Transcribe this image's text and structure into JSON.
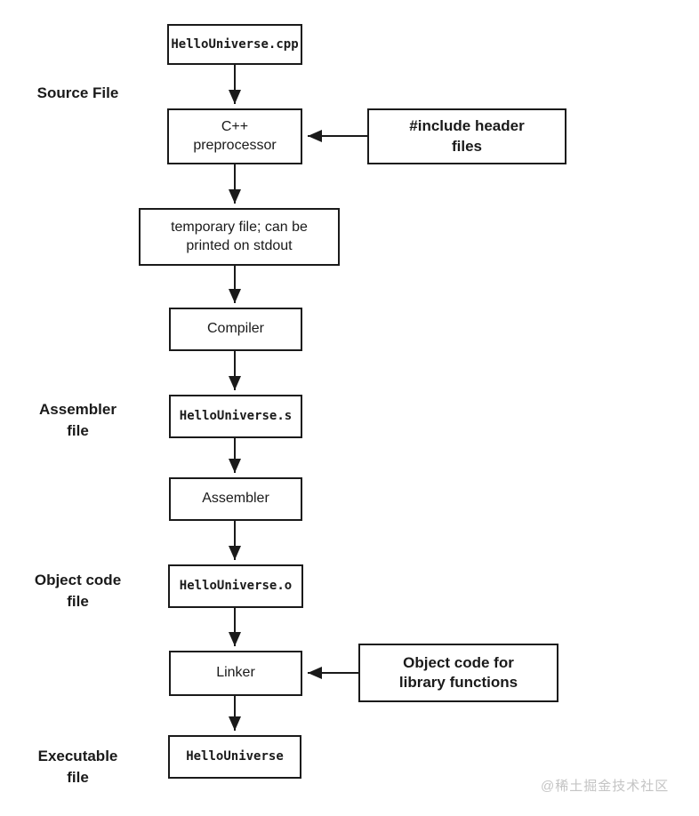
{
  "boxes": [
    {
      "id": "hellouniverse-cpp",
      "label": "HelloUniverse.cpp"
    },
    {
      "id": "cpp-preprocessor",
      "label": "C++\npreprocessor"
    },
    {
      "id": "include-header-files",
      "label": "#include header\nfiles"
    },
    {
      "id": "temporary-file",
      "label": "temporary file; can be\nprinted on stdout"
    },
    {
      "id": "compiler",
      "label": "Compiler"
    },
    {
      "id": "hellouniverse-s",
      "label": "HelloUniverse.s"
    },
    {
      "id": "assembler",
      "label": "Assembler"
    },
    {
      "id": "hellouniverse-o",
      "label": "HelloUniverse.o"
    },
    {
      "id": "linker",
      "label": "Linker"
    },
    {
      "id": "object-code-library",
      "label": "Object code for\nlibrary functions"
    },
    {
      "id": "hellouniverse-exe",
      "label": "HelloUniverse"
    }
  ],
  "side_labels": [
    {
      "id": "source-file",
      "text": "Source File"
    },
    {
      "id": "assembler-file",
      "text": "Assembler\nfile"
    },
    {
      "id": "object-code-file",
      "text": "Object code\nfile"
    },
    {
      "id": "executable-file",
      "text": "Executable\nfile"
    }
  ],
  "watermark": "@稀土掘金技术社区",
  "colors": {
    "line": "#1a1a1a",
    "box_border": "#1a1a1a",
    "text": "#1a1a1a",
    "watermark": "#c4c4c4",
    "background": "#ffffff"
  }
}
